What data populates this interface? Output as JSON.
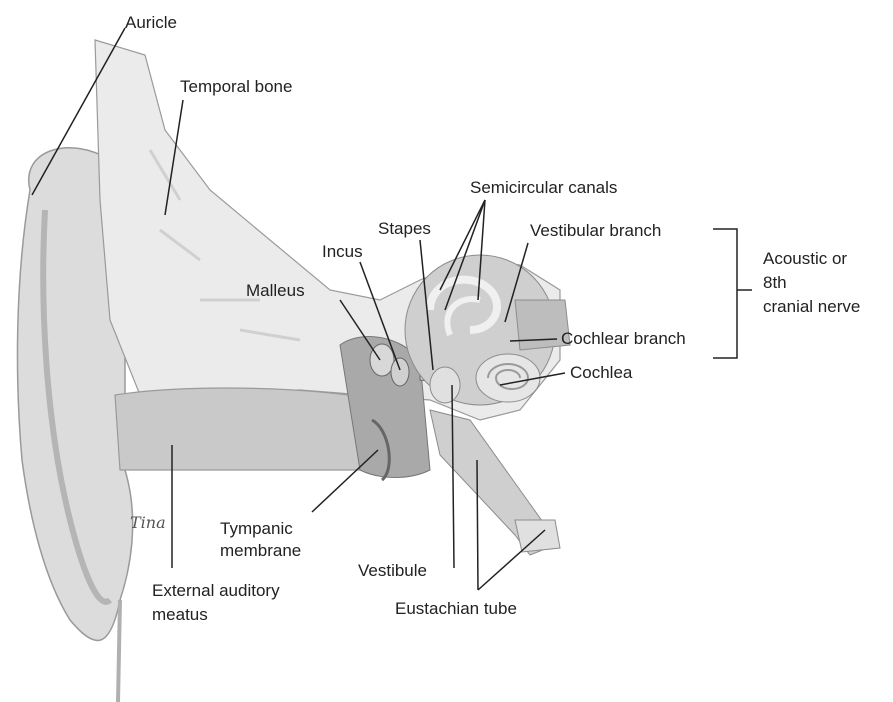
{
  "labels": {
    "auricle": "Auricle",
    "temporal_bone": "Temporal bone",
    "semicircular_canals": "Semicircular canals",
    "stapes": "Stapes",
    "vestibular_branch": "Vestibular branch",
    "incus": "Incus",
    "acoustic_nerve": "Acoustic or\n8th\ncranial nerve",
    "malleus": "Malleus",
    "cochlear_branch": "Cochlear branch",
    "cochlea": "Cochlea",
    "tympanic_membrane": "Tympanic\nmembrane",
    "vestibule": "Vestibule",
    "external_auditory_meatus": "External auditory\nmeatus",
    "eustachian_tube": "Eustachian tube"
  },
  "signature": "Tina",
  "colors": {
    "outer_ear": "#dcdcdc",
    "bone": "#ebebeb",
    "canal": "#c9c9c9",
    "cavity": "#a9a9a9",
    "outline": "#8c8c8c",
    "leader": "#222222"
  }
}
